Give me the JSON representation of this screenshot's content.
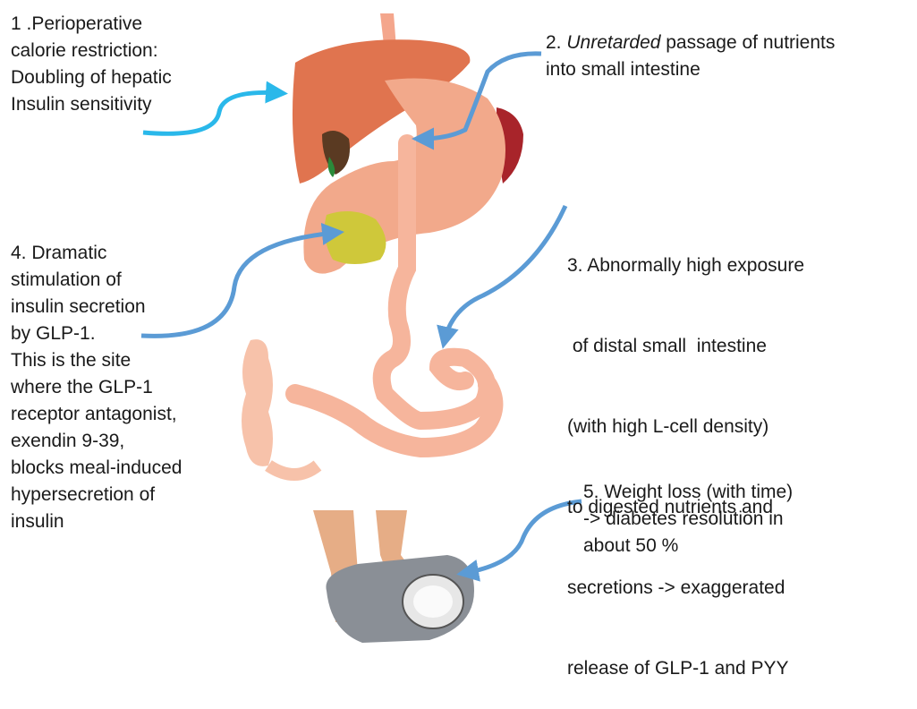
{
  "annotations": [
    {
      "id": "perioperative",
      "lines": [
        "1 .Perioperative",
        "calorie restriction:",
        "Doubling of  hepatic",
        "Insulin sensitivity"
      ],
      "arrow_color": "#2ab8ea"
    },
    {
      "id": "unretarded",
      "line1_emphasis": "Unretarded",
      "line1_prefix": "2. ",
      "line1_rest": " passage of nutrients",
      "line2": "into small intestine",
      "arrow_color": "#5b9bd5"
    },
    {
      "id": "distal",
      "lines": [
        "3. Abnormally high exposure",
        " of distal small  intestine",
        "(with high L-cell density)",
        "to digested nutrients and",
        "secretions -> exaggerated",
        "release of GLP-1 and PYY"
      ],
      "arrow_color": "#5b9bd5"
    },
    {
      "id": "glp1",
      "lines": [
        "4. Dramatic",
        "stimulation of",
        "insulin secretion",
        "by GLP-1.",
        "This is the site",
        "where the GLP-1",
        "receptor antagonist,",
        "exendin 9-39,",
        "blocks  meal-induced",
        "hypersecretion of",
        "insulin"
      ],
      "arrow_color": "#5b9bd5"
    },
    {
      "id": "weight",
      "lines": [
        "5. Weight loss (with time)",
        "-> diabetes resolution in",
        "about 50 %"
      ],
      "arrow_color": "#5b9bd5"
    }
  ],
  "colors": {
    "liver": "#e0744f",
    "stomach": "#f2a98b",
    "intestine": "#f6b59c",
    "pancreas": "#cfc83a",
    "spleen": "#a8242a",
    "skin": "#e9b48f",
    "scale": "#8a8f96"
  }
}
